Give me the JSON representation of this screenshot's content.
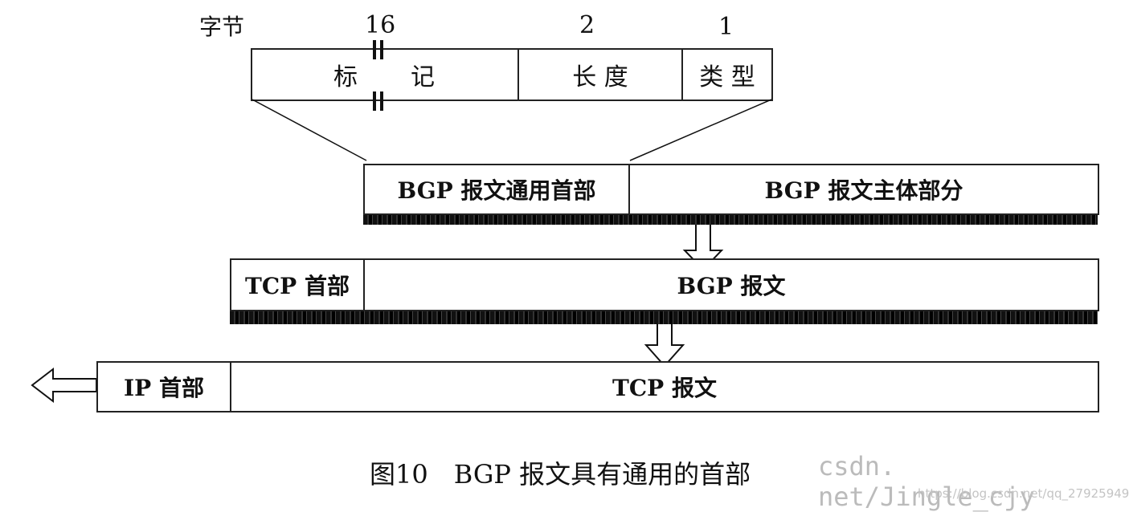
{
  "diagram": {
    "byte_label": "字节",
    "sizes": {
      "marker": "16",
      "length": "2",
      "type": "1"
    },
    "header_fields": {
      "marker": "标　　记",
      "length": "长 度",
      "type": "类 型"
    },
    "bgp_message": {
      "header": "BGP 报文通用首部",
      "body": "BGP 报文主体部分"
    },
    "tcp_message": {
      "header": "TCP 首部",
      "body": "BGP 报文"
    },
    "ip_message": {
      "header": "IP 首部",
      "body": "TCP 报文"
    }
  },
  "caption": "图10　BGP 报文具有通用的首部",
  "watermark": {
    "main": "csdn. net/Jingle_cjy",
    "url": "https://blog.csdn.net/qq_27925949"
  }
}
